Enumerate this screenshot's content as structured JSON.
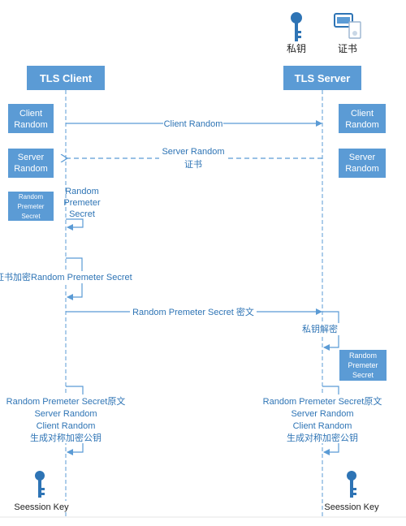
{
  "legend": {
    "private_key": "私钥",
    "certificate": "证书"
  },
  "actors": {
    "client": "TLS Client",
    "server": "TLS Server"
  },
  "boxes": {
    "client_random": [
      "Client",
      "Random"
    ],
    "server_random": [
      "Server",
      "Random"
    ],
    "pms": [
      "Random",
      "Premeter",
      "Secret"
    ]
  },
  "messages": {
    "client_random": "Client Random",
    "server_random": [
      "Server Random",
      "证书"
    ],
    "pms_encrypted": "Random Premeter Secret 密文"
  },
  "steps": {
    "client_pms": [
      "Random",
      "Premeter",
      "Secret"
    ],
    "client_encrypt": "证书加密Random Premeter Secret",
    "server_decrypt": "私钥解密"
  },
  "derive": [
    "Random Premeter Secret原文",
    "Server Random",
    "Client Random",
    "生成对称加密公钥"
  ],
  "session_key": "Seession Key",
  "colors": {
    "actor": "#5b9bd5",
    "box": "#5b9bd5",
    "line": "#5b9bd5",
    "text": "#2e74b5",
    "icon": "#2e74b5"
  }
}
